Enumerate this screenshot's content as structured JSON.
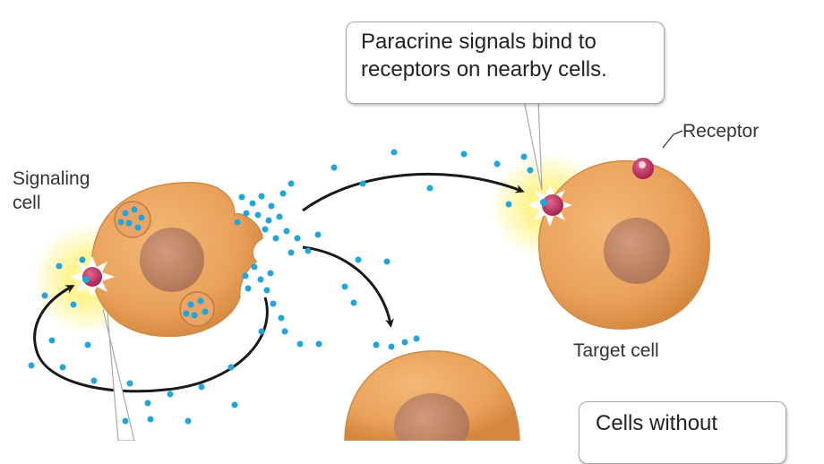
{
  "labels": {
    "signaling_cell": "Signaling\ncell",
    "receptor": "Receptor",
    "target_cell": "Target cell"
  },
  "callouts": {
    "paracrine": "Paracrine signals bind to\nreceptors on nearby cells.",
    "cells_without": "Cells without"
  },
  "colors": {
    "cell_body": "#eca45c",
    "nucleus": "#c58c6e",
    "signal_molecule": "#20a6dd",
    "receptor": "#c0305e",
    "glow": "#fff27a",
    "arrow": "#1a1a1a"
  }
}
